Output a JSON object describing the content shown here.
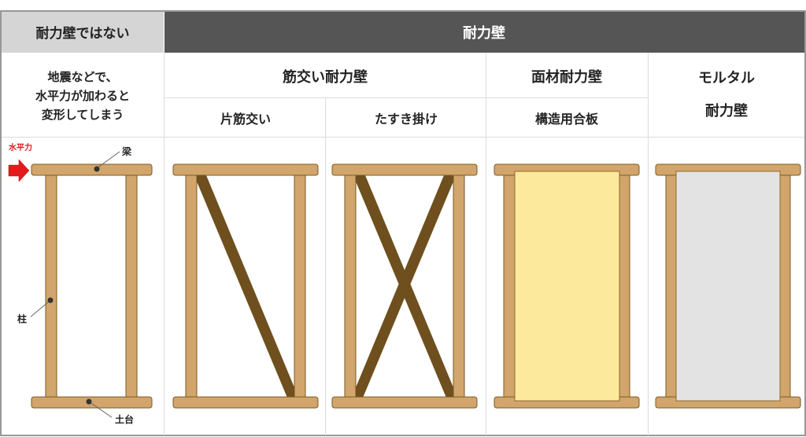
{
  "header": {
    "col1_title": "耐力壁ではない",
    "group_title": "耐力壁"
  },
  "row1": {
    "col1_lines": [
      "地震などで、",
      "水平力が加わると",
      "変形してしまう"
    ],
    "bracing_title": "筋交い耐力壁",
    "panel_title": "面材耐力壁",
    "mortar_lines": [
      "モルタル",
      "耐力壁"
    ]
  },
  "row2": {
    "single_brace": "片筋交い",
    "cross_brace": "たすき掛け",
    "plywood": "構造用合板"
  },
  "annotations": {
    "force": "水平力",
    "beam": "梁",
    "column": "柱",
    "sill": "土台"
  },
  "colors": {
    "header_gray": "#d5d5d5",
    "header_dark": "#555555",
    "wood": "#d1a56c",
    "wood_edge": "#7b5a22",
    "brace": "#6e4f1d",
    "plywood": "#fde99b",
    "mortar": "#e3e3e3",
    "arrow": "#e31b1b"
  }
}
